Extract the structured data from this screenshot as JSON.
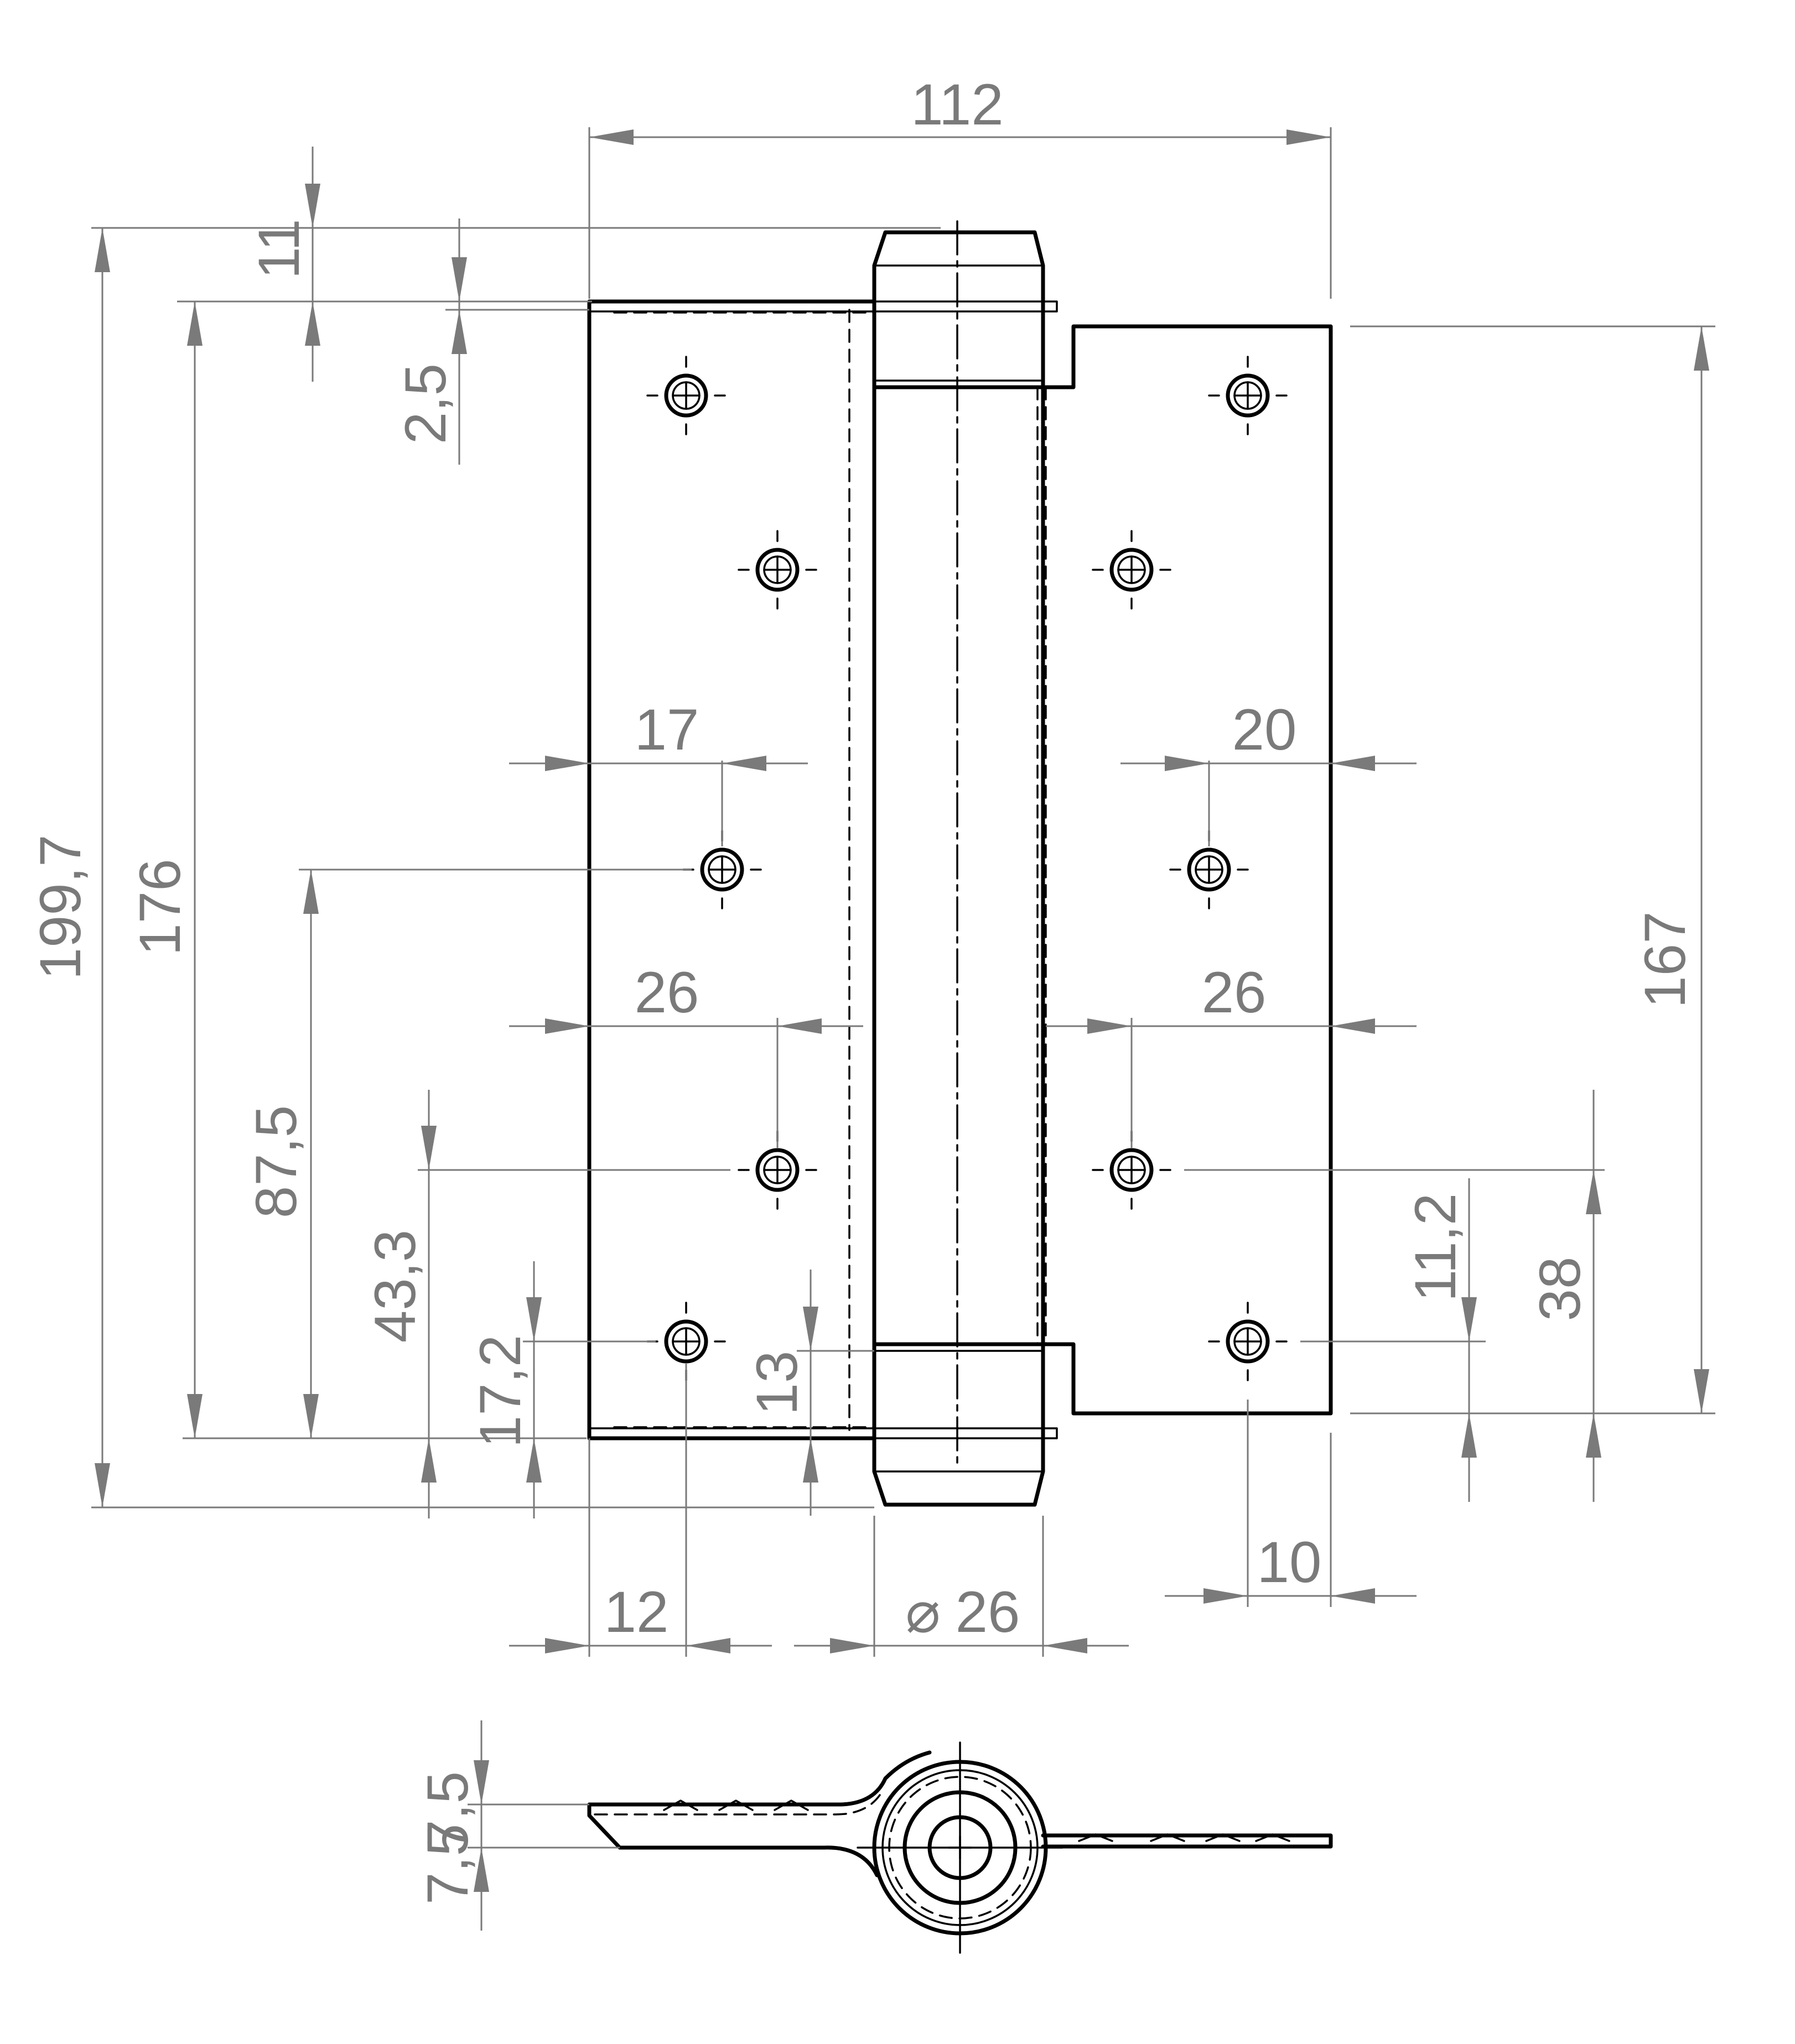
{
  "dimensions": {
    "overall_width": "112",
    "top_offset": "11",
    "leaf_thickness_top": "2,5",
    "total_height": "199,7",
    "left_leaf_height": "176",
    "right_leaf_height": "167",
    "left_hole_spacing_1": "17",
    "right_hole_spacing_1": "20",
    "left_hole_spacing_2": "26",
    "right_hole_spacing_2": "26",
    "center_height": "87,5",
    "lower_hole_height_left": "43,3",
    "bottom_hole_height_left": "17,2",
    "barrel_bottom_offset": "13",
    "right_lower_offset": "11,2",
    "right_lower_height": "38",
    "right_edge_offset": "10",
    "left_edge_offset": "12",
    "barrel_diameter": "26",
    "diameter_symbol": "⌀",
    "section_thickness_top": "7,5",
    "section_thickness_bottom": "7,5"
  }
}
